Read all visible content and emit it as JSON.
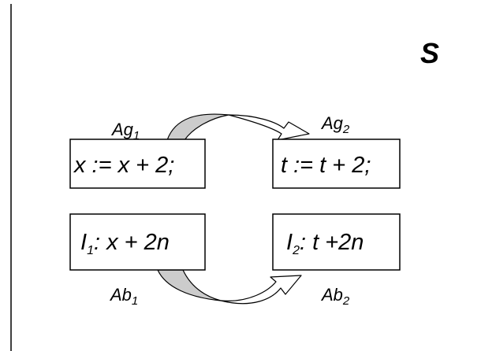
{
  "colors": {
    "line": "#000000",
    "background": "#ffffff",
    "arrow_fill_shaded": "#cccccc",
    "arrow_fill_plain": "#ffffff"
  },
  "heading": "S",
  "top_left_label": {
    "main": "Ag",
    "sub": "1"
  },
  "top_right_label": {
    "main": "Ag",
    "sub": "2"
  },
  "bottom_left_label": {
    "main": "Ab",
    "sub": "1"
  },
  "bottom_right_label": {
    "main": "Ab",
    "sub": "2"
  },
  "box_top_left": "x := x + 2;",
  "box_top_right": "t := t + 2;",
  "box_bottom_left": {
    "main": "I",
    "sub": "1",
    "rest": ": x + 2n"
  },
  "box_bottom_right": {
    "main": "I",
    "sub": "2",
    "rest": ": t +2n"
  }
}
